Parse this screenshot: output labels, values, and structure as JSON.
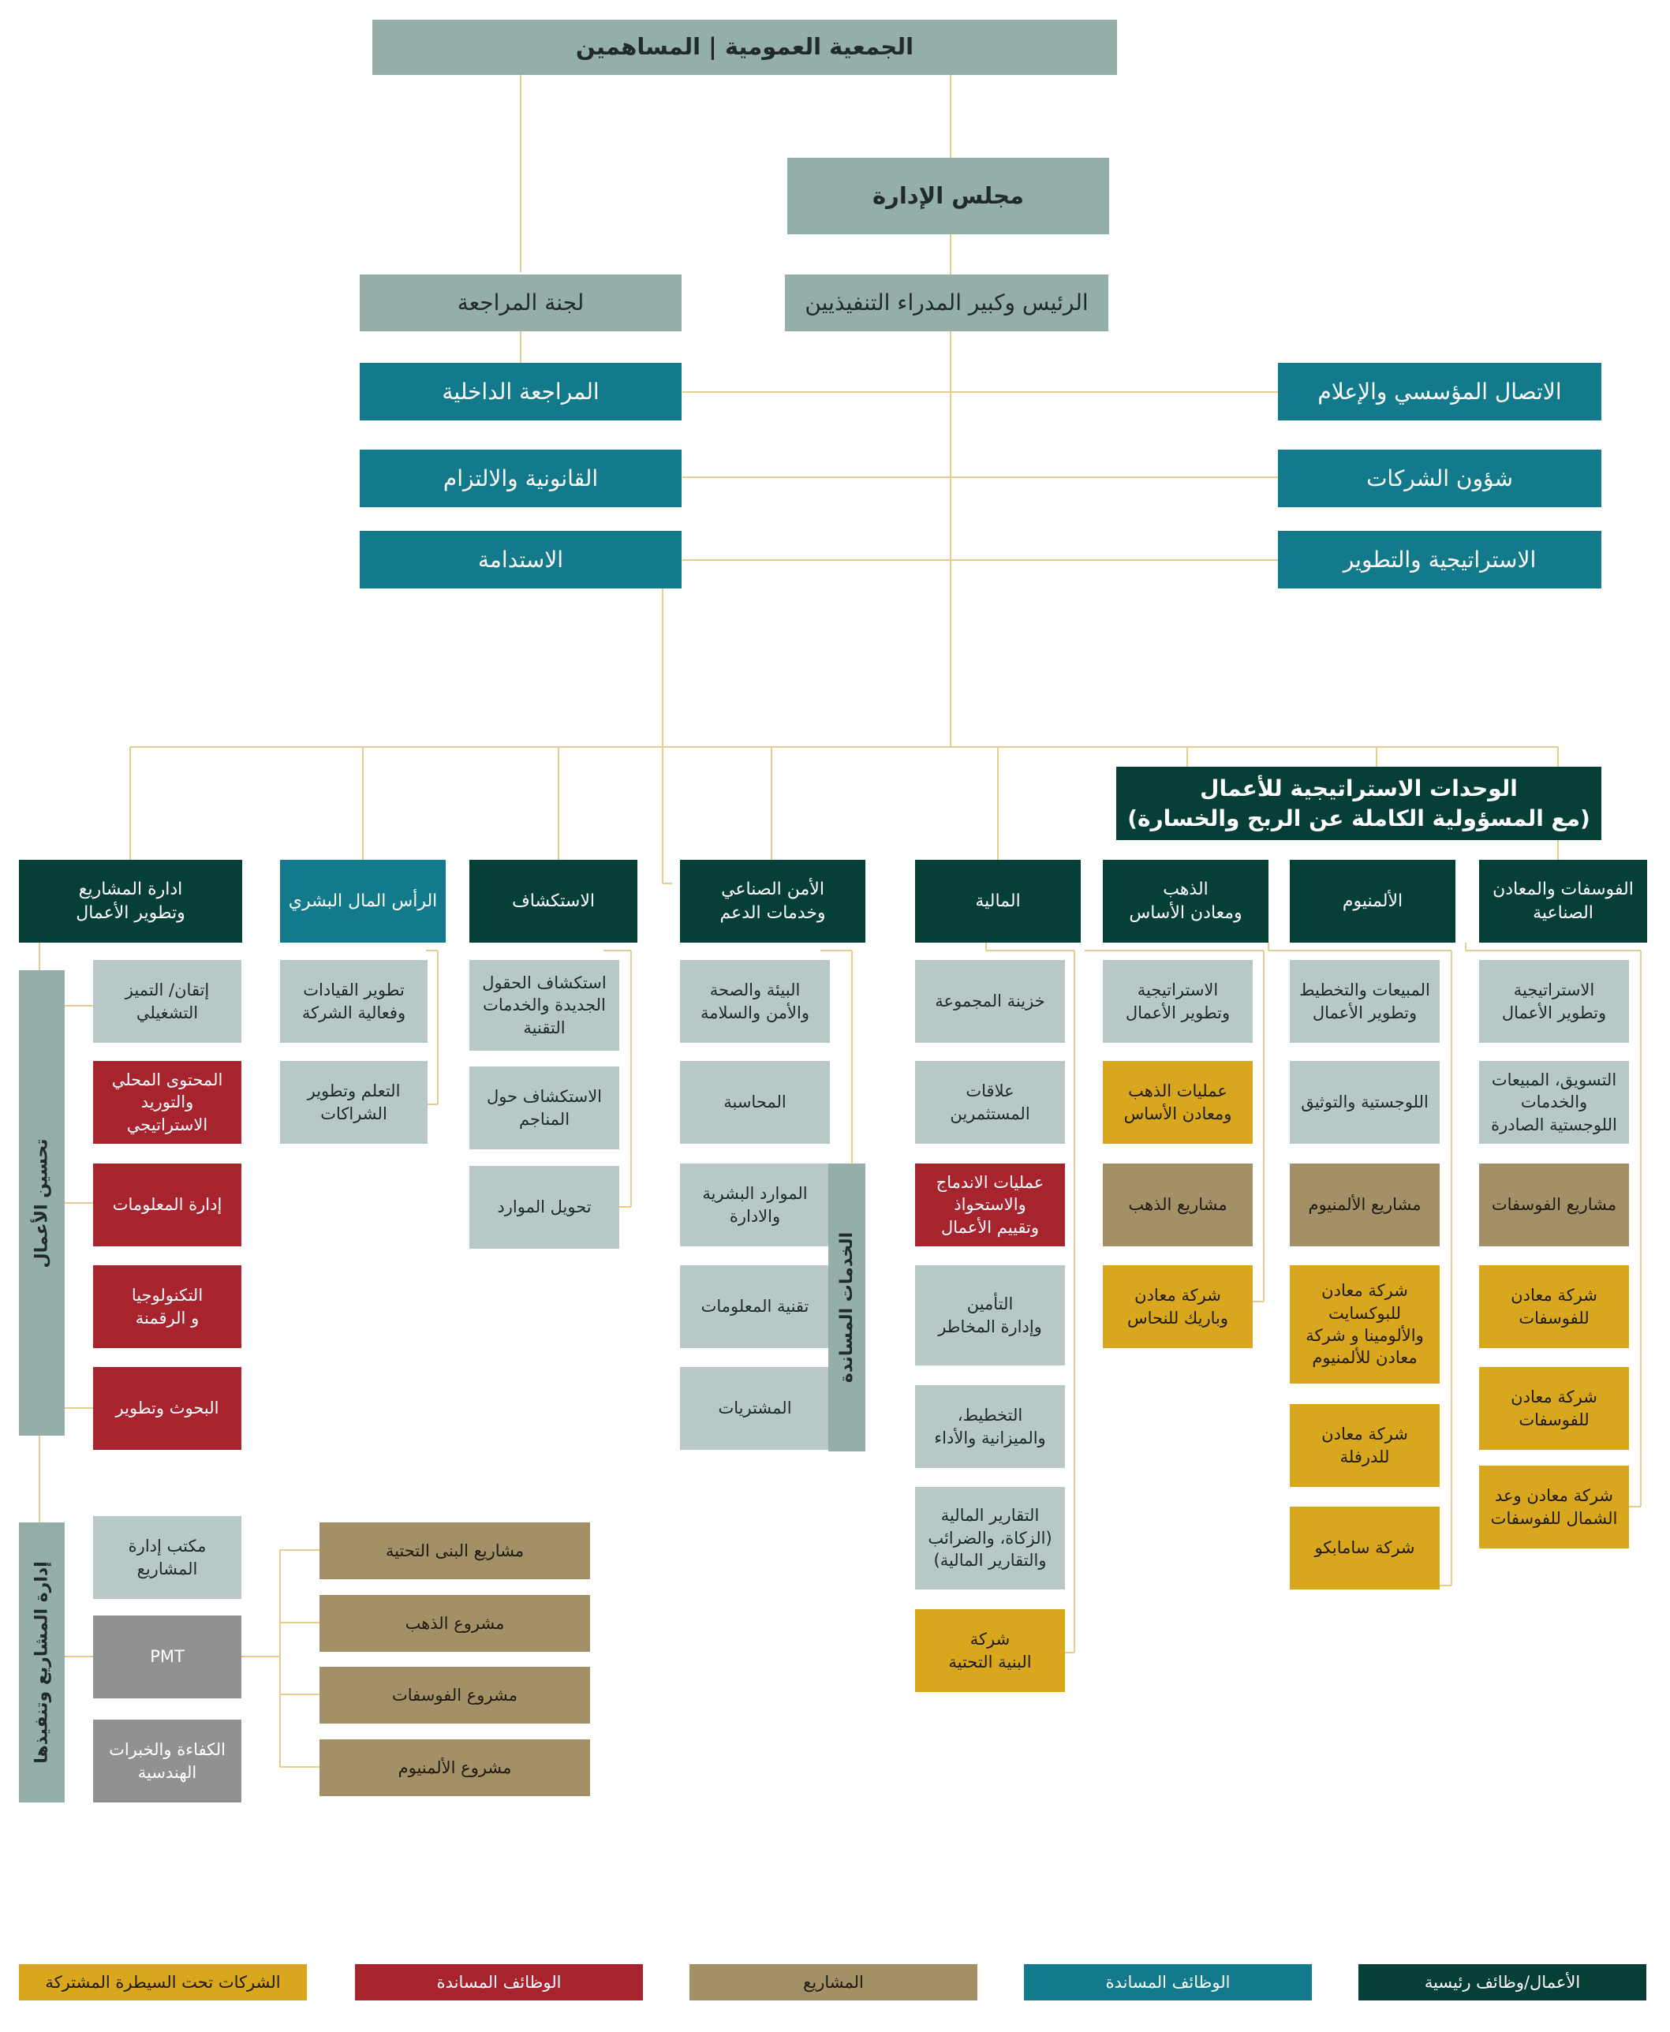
{
  "top": {
    "general_assembly": "الجمعية العمومية | المساهمين",
    "board": "مجلس الإدارة",
    "ceo": "الرئيس وكبير المدراء التنفيذيين",
    "audit_committee": "لجنة المراجعة"
  },
  "left_functions": {
    "internal_audit": "المراجعة الداخلية",
    "legal": "القانونية والالتزام",
    "sustainability": "الاستدامة"
  },
  "right_functions": {
    "communication": "الاتصال المؤسسي والإعلام",
    "corporate_affairs": "شؤون الشركات",
    "strategy": "الاستراتيجية والتطوير"
  },
  "sbu_header": "الوحدات الاستراتيجية للأعمال\n(مع المسؤولية الكاملة عن الربح والخسارة)",
  "columns": {
    "phosphate": {
      "head": "الفوسفات والمعادن\nالصناعية",
      "items": [
        "الاستراتيجية\nوتطوير الأعمال",
        "التسويق، المبيعات\nوالخدمات\nاللوجستية الصادرة",
        "مشاريع الفوسفات",
        "شركة معادن\nللفوسفات",
        "شركة معادن\nللفوسفات",
        "شركة معادن وعد\nالشمال للفوسفات"
      ]
    },
    "aluminium": {
      "head": "الألمنيوم",
      "items": [
        "المبيعات والتخطيط\nوتطوير الأعمال",
        "اللوجستية والتوثيق",
        "مشاريع الألمنيوم",
        "شركة معادن\nللبوكسايت\nوالألومينا و شركة\nمعادن للألمنيوم",
        "شركة معادن\nللدرفلة",
        "شركة سامابكو"
      ]
    },
    "gold": {
      "head": "الذهب\nومعادن الأساس",
      "items": [
        "الاستراتيجية\nوتطوير الأعمال",
        "عمليات الذهب\nومعادن الأساس",
        "مشاريع الذهب",
        "شركة معادن\nوباريك للنحاس"
      ]
    },
    "finance": {
      "head": "المالية",
      "items": [
        "خزينة المجموعة",
        "علاقات\nالمستثمرين",
        "عمليات الاندماج\nوالاستحواذ\nوتقييم الأعمال",
        "التأمين\nوإدارة المخاطر",
        "التخطيط،\nوالميزانية والأداء",
        "التقارير المالية\n(الزكاة، والضرائب\nوالتقارير المالية)",
        "شركة\nالبنية التحتية"
      ]
    },
    "security": {
      "head": "الأمن الصناعي\nوخدمات الدعم",
      "items": [
        "البيئة والصحة\nوالأمن والسلامة",
        "المحاسبة",
        "الموارد البشرية\nوالادارة",
        "تقنية المعلومات",
        "المشتريات"
      ],
      "side_bar": "الخدمات المساندة"
    },
    "exploration": {
      "head": "الاستكشاف",
      "items": [
        "استكشاف الحقول\nالجديدة والخدمات\nالتقنية",
        "الاستكشاف حول\nالمناجم",
        "تحويل الموارد"
      ]
    },
    "hr": {
      "head": "الرأس المال البشري",
      "items": [
        "تطوير القيادات\nوفعالية الشركة",
        "التعلم وتطوير\nالشراكات"
      ]
    },
    "projects": {
      "head": "ادارة المشاريع\nوتطوير الأعمال",
      "improvement_bar": "تحسين الأعمال",
      "improvement_items": [
        "إتقان/ التميز\nالتشغيلي",
        "المحتوى المحلي\nوالتوريد\nالاستراتيجي",
        "إدارة المعلومات",
        "التكنولوجيا\nو الرقمنة",
        "البحوث وتطوير"
      ],
      "execution_bar": "إدارة المشاريع وتنفيذها",
      "execution_items": [
        "مكتب إدارة\nالمشاريع",
        "PMT",
        "الكفاءة والخبرات\nالهندسية"
      ],
      "pmt_projects": [
        "مشاريع البنى التحتية",
        "مشروع الذهب",
        "مشروع الفوسفات",
        "مشروع الألمنيوم"
      ]
    }
  },
  "legend": [
    {
      "label": "الأعمال/وظائف رئيسية",
      "color": "#063e38"
    },
    {
      "label": "الوظائف المساندة",
      "color": "#127a8a"
    },
    {
      "label": "المشاريع",
      "color": "#a39066"
    },
    {
      "label": "الوظائف المساندة",
      "color": "#a7232d"
    },
    {
      "label": "الشركات تحت السيطرة المشتركة",
      "color": "#d9a71e"
    }
  ]
}
